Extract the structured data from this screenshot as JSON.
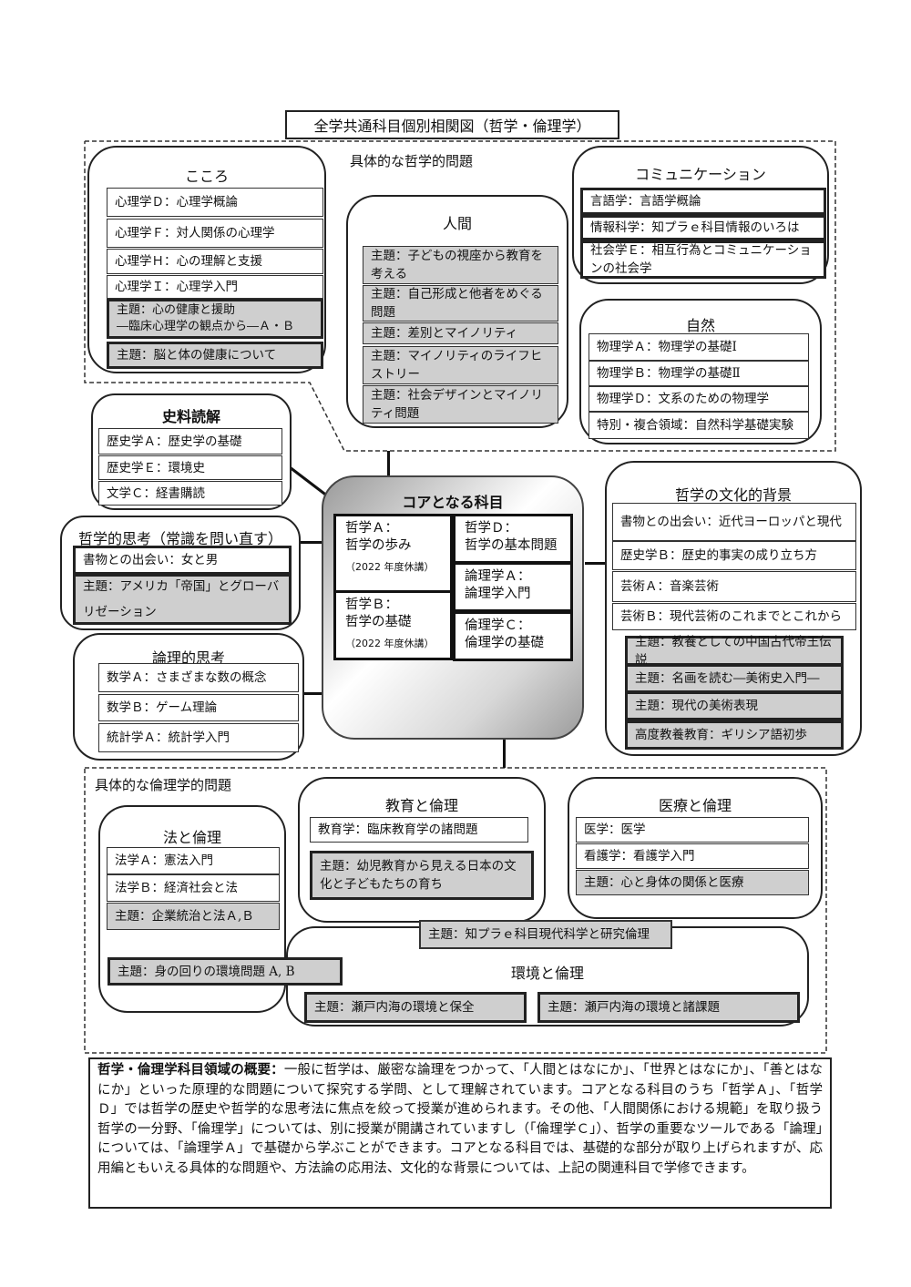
{
  "title": "全学共通科目個別相関図（哲学・倫理学）",
  "philosophy_section_label": "具体的な哲学的問題",
  "ethics_section_label": "具体的な倫理学的問題",
  "kokoro": {
    "title": "こころ",
    "items": [
      "心理学Ｄ：心理学概論",
      "心理学Ｆ：対人関係の心理学",
      "心理学Ｈ：心の理解と支援",
      "心理学Ｉ：心理学入門",
      "主題：心の健康と援助\n―臨床心理学の観点から―Ａ・Ｂ",
      "主題：脳と体の健康について"
    ]
  },
  "ningen": {
    "title": "人間",
    "items": [
      "主題：子どもの視座から教育を考える",
      "主題：自己形成と他者をめぐる問題",
      "主題：差別とマイノリティ",
      "主題：マイノリティのライフヒストリー",
      "主題：社会デザインとマイノリティ問題"
    ]
  },
  "communication": {
    "title": "コミュニケーション",
    "items": [
      "言語学：言語学概論",
      "情報科学：知プラｅ科目情報のいろは",
      "社会学Ｅ：相互行為とコミュニケーションの社会学"
    ]
  },
  "shizen": {
    "title": "自然",
    "items": [
      "物理学Ａ：物理学の基礎Ⅰ",
      "物理学Ｂ：物理学の基礎Ⅱ",
      "物理学Ｄ：文系のための物理学",
      "特別・複合領域：自然科学基礎実験"
    ]
  },
  "shiryo": {
    "title": "史料読解",
    "items": [
      "歴史学Ａ：歴史学の基礎",
      "歴史学Ｅ：環境史",
      "文学Ｃ：経書購読"
    ]
  },
  "tetsugaku_shiko": {
    "title": "哲学的思考（常識を問い直す）",
    "items": [
      "書物との出会い：女と男",
      "主題：アメリカ「帝国」とグローバリゼーション"
    ]
  },
  "ronri_shiko": {
    "title": "論理的思考",
    "items": [
      "数学Ａ：さまざまな数の概念",
      "数学Ｂ：ゲーム理論",
      "統計学Ａ：統計学入門"
    ]
  },
  "core": {
    "title": "コアとなる科目",
    "a_name": "哲学Ａ：",
    "a_sub": "哲学の歩み",
    "a_note": "（2022 年度休講）",
    "b_name": "哲学Ｂ：",
    "b_sub": "哲学の基礎",
    "b_note": "（2022 年度休講）",
    "d_name": "哲学Ｄ：",
    "d_sub": "哲学の基本問題",
    "la_name": "論理学Ａ：",
    "la_sub": "論理学入門",
    "ec_name": "倫理学Ｃ：",
    "ec_sub": "倫理学の基礎"
  },
  "bunka": {
    "title": "哲学の文化的背景",
    "items": [
      "書物との出会い：近代ヨーロッパと現代",
      "歴史学Ｂ：歴史的事実の成り立ち方",
      "芸術Ａ：音楽芸術",
      "芸術Ｂ：現代芸術のこれまでとこれから"
    ],
    "gray_items": [
      "主題：教養としての中国古代帝王伝説",
      "主題：名画を読む―美術史入門―",
      "主題：現代の美術表現",
      "高度教養教育：ギリシア語初歩"
    ]
  },
  "kyoiku": {
    "title": "教育と倫理",
    "items": [
      "教育学：臨床教育学の諸問題",
      "主題：幼児教育から見える日本の文化と子どもたちの育ち"
    ]
  },
  "iryo": {
    "title": "医療と倫理",
    "items": [
      "医学：医学",
      "看護学：看護学入門",
      "主題：心と身体の関係と医療"
    ]
  },
  "ho": {
    "title": "法と倫理",
    "items": [
      "法学Ａ：憲法入門",
      "法学Ｂ：経済社会と法",
      "主題：企業統治と法Ａ,Ｂ"
    ]
  },
  "kankyo": {
    "title": "環境と倫理",
    "items": [
      "主題：瀬戸内海の環境と保全",
      "主題：瀬戸内海の環境と諸課題"
    ]
  },
  "floating_research": "主題：知プラｅ科目現代科学と研究倫理",
  "floating_env": "主題：身の回りの環境問題 A, B",
  "summary": {
    "heading": "哲学・倫理学科目領域の概要：",
    "text": "一般に哲学は、厳密な論理をつかって、「人間とはなにか」、「世界とはなにか」、「善とはなにか」といった原理的な問題について探究する学問、として理解されています。コアとなる科目のうち「哲学Ａ」、「哲学Ｄ」では哲学の歴史や哲学的な思考法に焦点を絞って授業が進められます。その他、「人間関係における規範」を取り扱う哲学の一分野、「倫理学」については、別に授業が開講されていますし（「倫理学Ｃ」）、哲学の重要なツールである「論理」については、「論理学Ａ」で基礎から学ぶことができます。コアとなる科目では、基礎的な部分が取り上げられますが、応用編ともいえる具体的な問題や、方法論の応用法、文化的な背景については、上記の関連科目で学修できます。"
  }
}
